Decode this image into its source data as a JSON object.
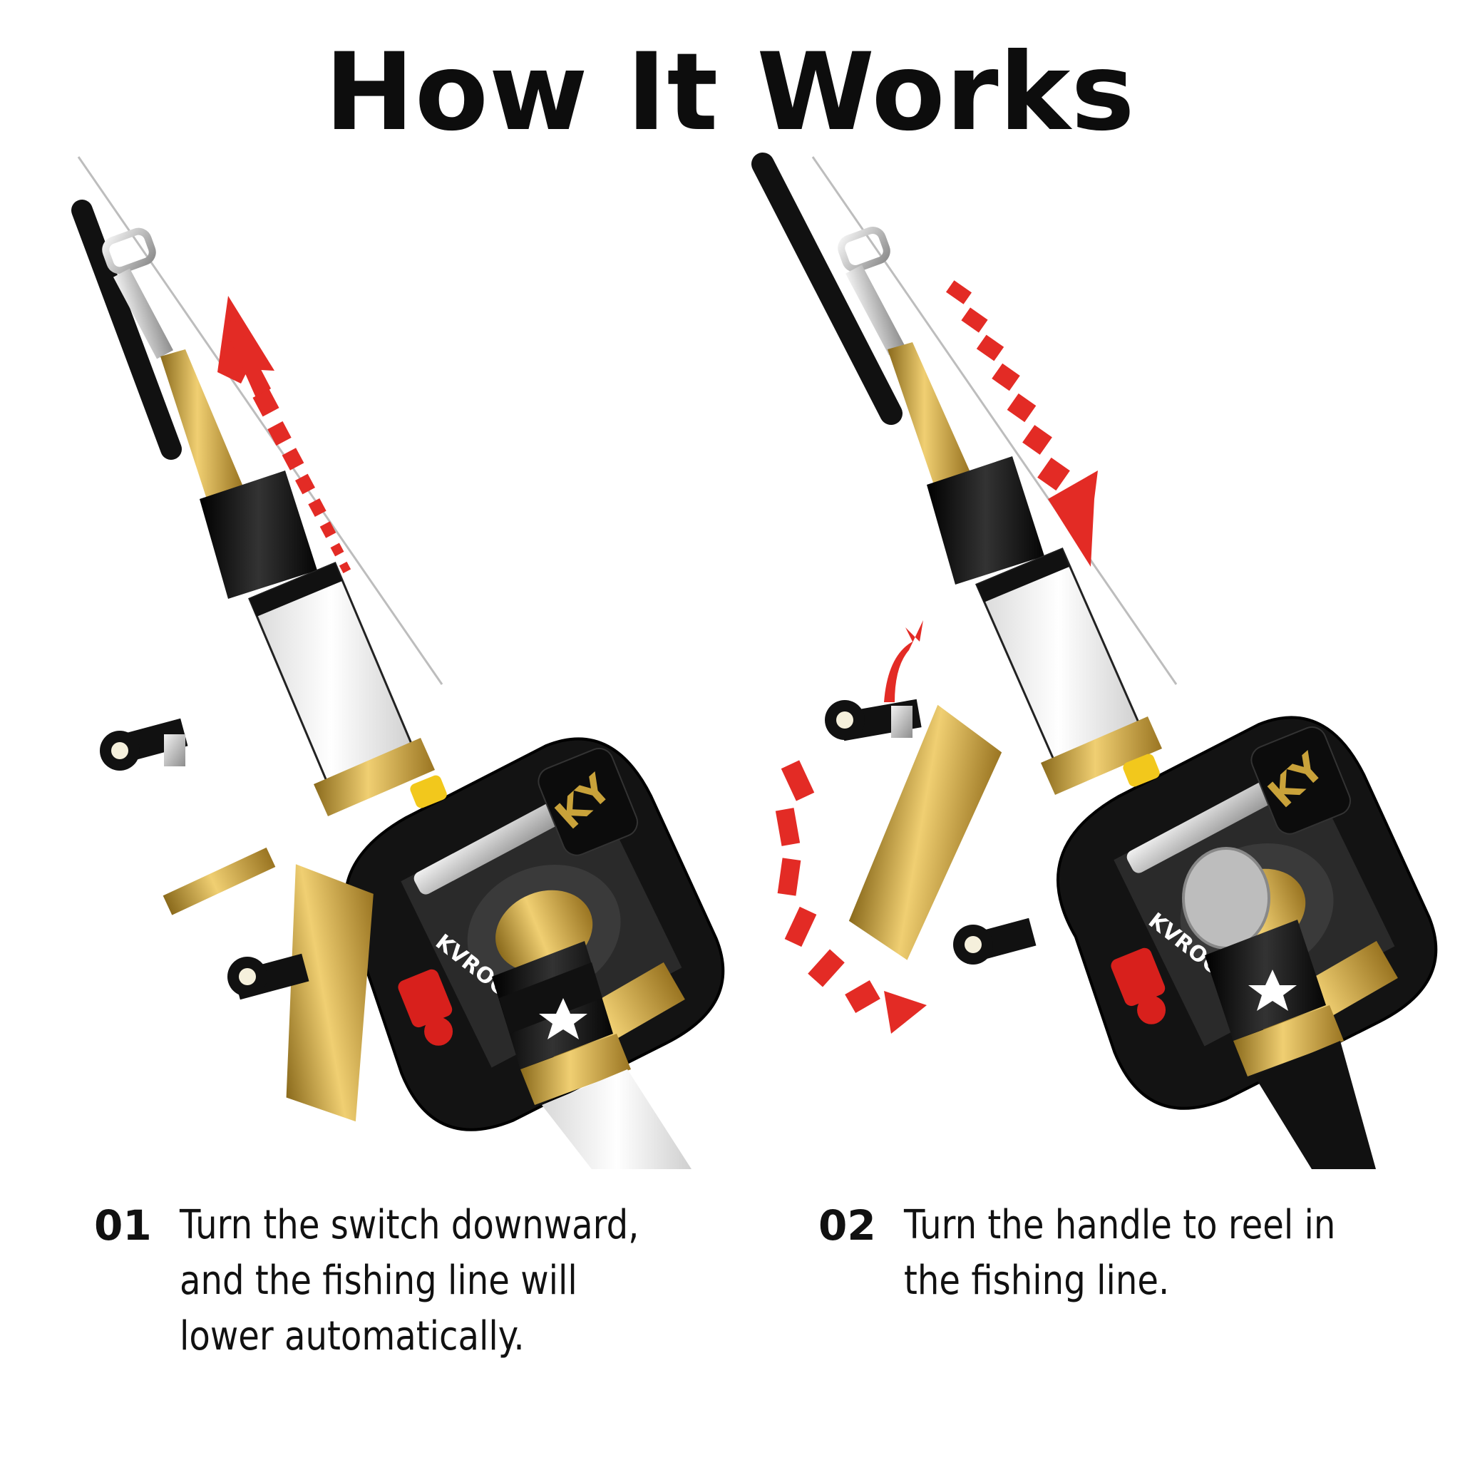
{
  "title": "How It Works",
  "steps": [
    {
      "number": "01",
      "text": "Turn the switch downward, and the fishing line will lower automatically.",
      "illustration": "reel-line-lowering",
      "arrow": "dashed-arrow-up"
    },
    {
      "number": "02",
      "text": "Turn the handle to reel in the fishing line.",
      "illustration": "reel-handle-turning",
      "arrow": "dashed-arrow-down-and-rotation"
    }
  ],
  "brand_marks": {
    "logo": "KY",
    "name": "KVROOK"
  },
  "colors": {
    "arrow": "#e32b25",
    "gold": "#c9a23a",
    "reel_body": "#151515",
    "rod": "#111111"
  }
}
